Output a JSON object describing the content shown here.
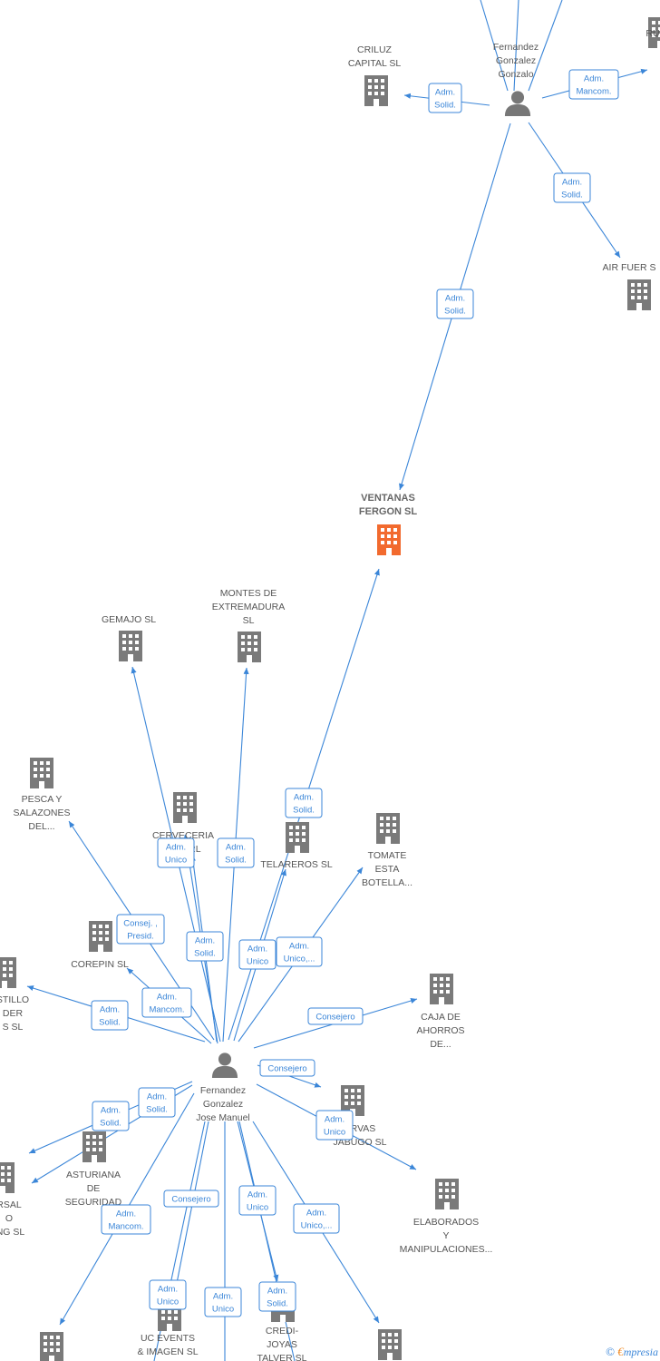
{
  "colors": {
    "edge": "#3b86d8",
    "company": "#7a7a7a",
    "focus_company": "#f26a2e",
    "person": "#777777"
  },
  "people": [
    {
      "id": "p1",
      "lines": [
        "Fernandez",
        "Gonzalez",
        "Gonzalo"
      ],
      "icon": "person-icon"
    },
    {
      "id": "p2",
      "lines": [
        "Fernandez",
        "Gonzalez",
        "Jose Manuel"
      ],
      "icon": "person-icon"
    }
  ],
  "companies": [
    {
      "id": "c_ru",
      "lines": [
        "RU"
      ]
    },
    {
      "id": "c_criluz",
      "lines": [
        "CRILUZ",
        "CAPITAL  SL"
      ]
    },
    {
      "id": "c_airfuer",
      "lines": [
        "AIR FUER  S"
      ]
    },
    {
      "id": "c_ventanas",
      "lines": [
        "VENTANAS",
        "FERGON  SL"
      ],
      "focus": true
    },
    {
      "id": "c_gemajo",
      "lines": [
        "GEMAJO SL"
      ]
    },
    {
      "id": "c_montes",
      "lines": [
        "MONTES DE",
        "EXTREMADURA",
        "SL"
      ]
    },
    {
      "id": "c_pesca",
      "lines": [
        "PESCA Y",
        "SALAZONES",
        "DEL..."
      ]
    },
    {
      "id": "c_cerveceria",
      "lines": [
        "CERVECERIA",
        "A...      SRL"
      ]
    },
    {
      "id": "c_telareros",
      "lines": [
        "TELAREROS  SL"
      ]
    },
    {
      "id": "c_tomate",
      "lines": [
        "TOMATE",
        "ESTA",
        "BOTELLA..."
      ]
    },
    {
      "id": "c_corepin",
      "lines": [
        "COREPIN SL"
      ]
    },
    {
      "id": "c_castillo",
      "lines": [
        "STILLO",
        "DER",
        "S  SL"
      ]
    },
    {
      "id": "c_caja",
      "lines": [
        "CAJA DE",
        "AHORROS",
        "DE..."
      ]
    },
    {
      "id": "c_conservas",
      "lines": [
        "ERVAS",
        "JABUGO  SL"
      ]
    },
    {
      "id": "c_asturiana",
      "lines": [
        "ASTURIANA",
        "DE",
        "SEGURIDAD"
      ]
    },
    {
      "id": "c_sucursal",
      "lines": [
        "RSAL",
        "O",
        "ING SL"
      ]
    },
    {
      "id": "c_elaborados",
      "lines": [
        "ELABORADOS",
        "Y",
        "MANIPULACIONES..."
      ]
    },
    {
      "id": "c_ucevents",
      "lines": [
        "UC EVENTS",
        "& IMAGEN SL"
      ]
    },
    {
      "id": "c_credijoyas",
      "lines": [
        "CREDI-",
        "JOYAS",
        "TALVER SL"
      ]
    },
    {
      "id": "c_bottom_left",
      "lines": []
    },
    {
      "id": "c_bottom_right",
      "lines": []
    }
  ],
  "relations": [
    {
      "id": "r1",
      "lines": [
        "Adm.",
        "Solid."
      ]
    },
    {
      "id": "r2",
      "lines": [
        "Adm.",
        "Mancom."
      ]
    },
    {
      "id": "r3",
      "lines": [
        "Adm.",
        "Solid."
      ]
    },
    {
      "id": "r4",
      "lines": [
        "Adm.",
        "Solid."
      ]
    },
    {
      "id": "r5",
      "lines": [
        "Adm.",
        "Solid."
      ]
    },
    {
      "id": "r6",
      "lines": [
        "Adm.",
        "Unico"
      ]
    },
    {
      "id": "r7",
      "lines": [
        "Adm.",
        "Solid."
      ]
    },
    {
      "id": "r8",
      "lines": [
        "Consej. ,",
        "Presid."
      ]
    },
    {
      "id": "r9",
      "lines": [
        "Adm.",
        "Solid."
      ]
    },
    {
      "id": "r10",
      "lines": [
        "Adm.",
        "Unico"
      ]
    },
    {
      "id": "r11",
      "lines": [
        "Adm.",
        "Unico,..."
      ]
    },
    {
      "id": "r12",
      "lines": [
        "Adm.",
        "Mancom."
      ]
    },
    {
      "id": "r13",
      "lines": [
        "Adm.",
        "Solid."
      ]
    },
    {
      "id": "r14",
      "lines": [
        "Consejero"
      ]
    },
    {
      "id": "r15",
      "lines": [
        "Consejero"
      ]
    },
    {
      "id": "r16",
      "lines": [
        "Adm.",
        "Solid."
      ]
    },
    {
      "id": "r17",
      "lines": [
        "Adm.",
        "Solid."
      ]
    },
    {
      "id": "r18",
      "lines": [
        "Adm.",
        "Unico"
      ]
    },
    {
      "id": "r19",
      "lines": [
        "Consejero"
      ]
    },
    {
      "id": "r20",
      "lines": [
        "Adm.",
        "Unico"
      ]
    },
    {
      "id": "r21",
      "lines": [
        "Adm.",
        "Mancom."
      ]
    },
    {
      "id": "r22",
      "lines": [
        "Adm.",
        "Unico,..."
      ]
    },
    {
      "id": "r23",
      "lines": [
        "Adm.",
        "Unico"
      ]
    },
    {
      "id": "r24",
      "lines": [
        "Adm.",
        "Unico"
      ]
    },
    {
      "id": "r25",
      "lines": [
        "Adm.",
        "Solid."
      ]
    }
  ],
  "footer": {
    "copyright_symbol": "©",
    "brand_initial": "€",
    "brand_rest": "mpresia"
  }
}
